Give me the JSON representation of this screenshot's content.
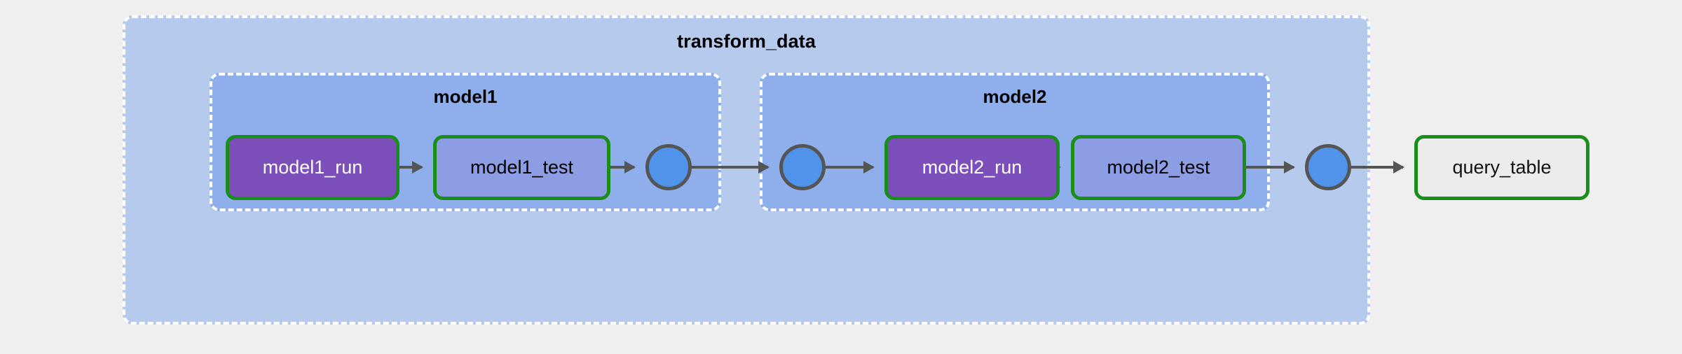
{
  "page": {
    "background": "#efefef",
    "title": "transform_data DAG"
  },
  "colors": {
    "page_background": "#efefef",
    "outer_cluster_fill": "#b6caee",
    "inner_cluster_fill": "#8fafec",
    "cluster_border": "#ffffff",
    "node_border": "#1a8e1a",
    "run_node_fill": "#7d4fbb",
    "run_node_text": "#ffffff",
    "test_node_fill": "#8c9de3",
    "test_node_text": "#000000",
    "output_node_fill": "#ececec",
    "circle_fill": "#4f93ea",
    "circle_border": "#555555",
    "edge_color": "#555555"
  },
  "graph": {
    "outer_cluster": {
      "label": "transform_data"
    },
    "inner_clusters": [
      {
        "id": "model1",
        "label": "model1"
      },
      {
        "id": "model2",
        "label": "model2"
      }
    ],
    "nodes": [
      {
        "id": "model1_run",
        "label": "model1_run",
        "kind": "run",
        "cluster": "model1"
      },
      {
        "id": "model1_test",
        "label": "model1_test",
        "kind": "test",
        "cluster": "model1"
      },
      {
        "id": "model2_run",
        "label": "model2_run",
        "kind": "run",
        "cluster": "model2"
      },
      {
        "id": "model2_test",
        "label": "model2_test",
        "kind": "test",
        "cluster": "model2"
      },
      {
        "id": "query_table",
        "label": "query_table",
        "kind": "output",
        "cluster": null
      }
    ],
    "junctions": [
      {
        "id": "junction_1",
        "label": ""
      },
      {
        "id": "junction_2",
        "label": ""
      },
      {
        "id": "junction_3",
        "label": ""
      }
    ],
    "edges": [
      {
        "from": "model1_run",
        "to": "model1_test"
      },
      {
        "from": "model1_test",
        "to": "junction_1"
      },
      {
        "from": "junction_1",
        "to": "junction_2"
      },
      {
        "from": "junction_2",
        "to": "model2_run"
      },
      {
        "from": "model2_run",
        "to": "model2_test"
      },
      {
        "from": "model2_test",
        "to": "junction_3"
      },
      {
        "from": "junction_3",
        "to": "query_table"
      }
    ]
  }
}
